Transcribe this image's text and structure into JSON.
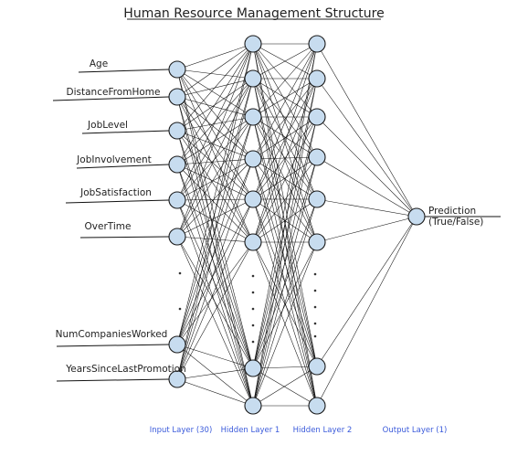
{
  "title": "Human Resource Management Structure",
  "input_features": [
    "Age",
    "DistanceFromHome",
    "JobLevel",
    "JobInvolvement",
    "JobSatisfaction",
    "OverTime",
    "NumCompaniesWorked",
    "YearsSinceLastPromotion"
  ],
  "output": {
    "line1": "Prediction",
    "line2": "(True/False)"
  },
  "layers": {
    "input": "Input Layer (30)",
    "hidden1": "Hidden Layer 1",
    "hidden2": "Hidden Layer 2",
    "output": "Output Layer (1)"
  },
  "colors": {
    "node_fill": "#c7dcef",
    "layer_label": "#3b5bdb"
  }
}
